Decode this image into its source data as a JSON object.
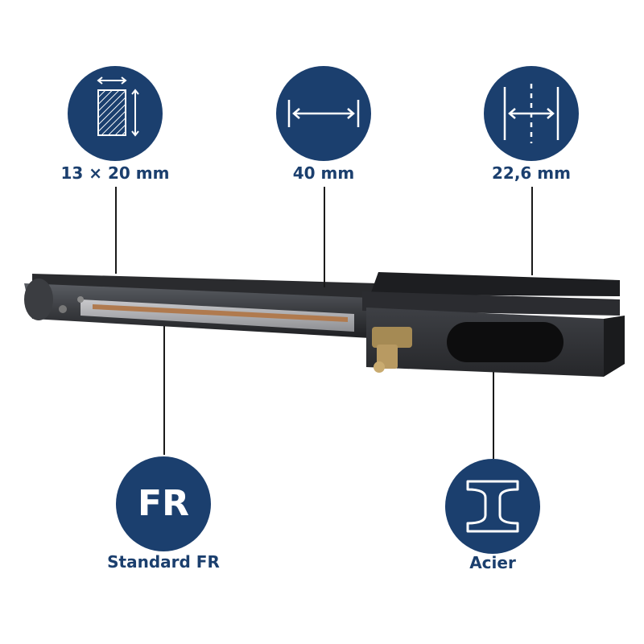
{
  "features": {
    "size": {
      "icon": "cross-section-dimensions-icon",
      "label": "13 × 20 mm"
    },
    "length": {
      "icon": "width-arrows-icon",
      "label": "40 mm"
    },
    "gap": {
      "icon": "gap-center-icon",
      "label": "22,6 mm"
    },
    "standard": {
      "icon": "fr-badge",
      "badge_text": "FR",
      "label": "Standard FR"
    },
    "material": {
      "icon": "steel-i-beam-icon",
      "label": "Acier"
    }
  },
  "colors": {
    "badge": "#1b3f6e",
    "label": "#1b3f6e",
    "leader": "#1a1a1a"
  }
}
